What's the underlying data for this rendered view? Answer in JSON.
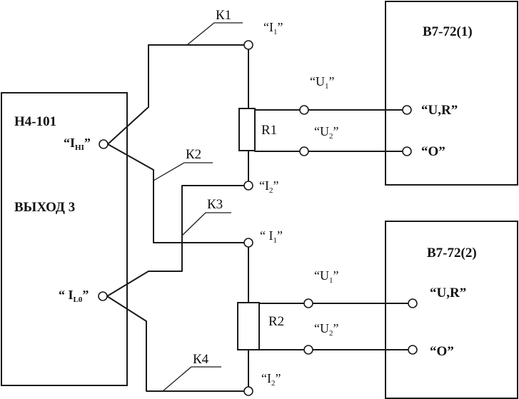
{
  "source": {
    "model": "Н4-101",
    "output": "ВЫХОД 3",
    "term_hi": {
      "open": "“",
      "main": "I",
      "sub": "HI",
      "close": "”"
    },
    "term_lo": {
      "open": "“ ",
      "main": "I",
      "sub": "L0",
      "close": "”"
    }
  },
  "cables": {
    "k1": "К1",
    "k2": "К2",
    "k3": "К3",
    "k4": "К4"
  },
  "resistors": {
    "r1": "R1",
    "r2": "R2"
  },
  "terminals": {
    "top": {
      "i1": {
        "open": "“",
        "main": "I",
        "sub": "1",
        "close": "”"
      },
      "i2": {
        "open": "“",
        "main": "I",
        "sub": "2",
        "close": "”"
      },
      "u1": {
        "open": "“",
        "main": "U",
        "sub": "1",
        "close": "”"
      },
      "u2": {
        "open": "“",
        "main": "U",
        "sub": "2",
        "close": "”"
      }
    },
    "bottom": {
      "i1": {
        "open": "“ ",
        "main": "I",
        "sub": "1",
        "close": "”"
      },
      "i2": {
        "open": "“",
        "main": "I",
        "sub": "2",
        "close": "”"
      },
      "u1": {
        "open": "“",
        "main": "U",
        "sub": "1",
        "close": "”"
      },
      "u2": {
        "open": "“",
        "main": "U",
        "sub": "2",
        "close": "”"
      }
    }
  },
  "meter1": {
    "title": "В7-72(1)",
    "ur": "“U,R”",
    "o": "“O”"
  },
  "meter2": {
    "title": "В7-72(2)",
    "ur": "“U,R”",
    "o": "“O”"
  }
}
